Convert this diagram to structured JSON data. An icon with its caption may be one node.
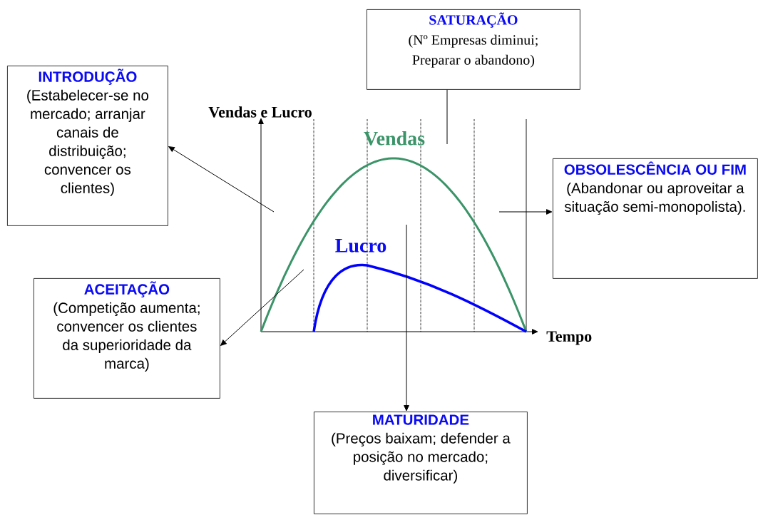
{
  "diagram": {
    "nodes": [
      {
        "text": [
          "SATURAÇÃO",
          "(Nº Empresas diminui; Preparar o abandono)"
        ]
      },
      {
        "text": [
          "INTRODUÇÃO",
          "(Estabelecer-se no mercado; arranjar canais de distribuição; convencer os clientes)"
        ]
      },
      {
        "text": [
          "OBSOLESCÊNCIA OU FIM",
          "(Abandonar ou aproveitar a situação semi-monopolista)."
        ]
      },
      {
        "text": [
          "ACEITAÇÃO",
          "(Competição aumenta; convencer os clientes da superioridade da marca)"
        ]
      },
      {
        "text": [
          "MATURIDADE",
          "(Preços baixam; defender a posição no mercado; diversificar)"
        ]
      }
    ],
    "edges": [
      {
        "from": null,
        "to": 1,
        "arrow": "to"
      },
      {
        "from": null,
        "to": 3,
        "arrow": "to"
      },
      {
        "from": null,
        "to": 2,
        "arrow": "to"
      },
      {
        "from": null,
        "to": 4,
        "arrow": "to"
      },
      {
        "from": 0,
        "to": null,
        "arrow": "none"
      }
    ],
    "labels": [
      "Vendas e Lucro",
      "Vendas",
      "Lucro",
      "Tempo"
    ]
  }
}
